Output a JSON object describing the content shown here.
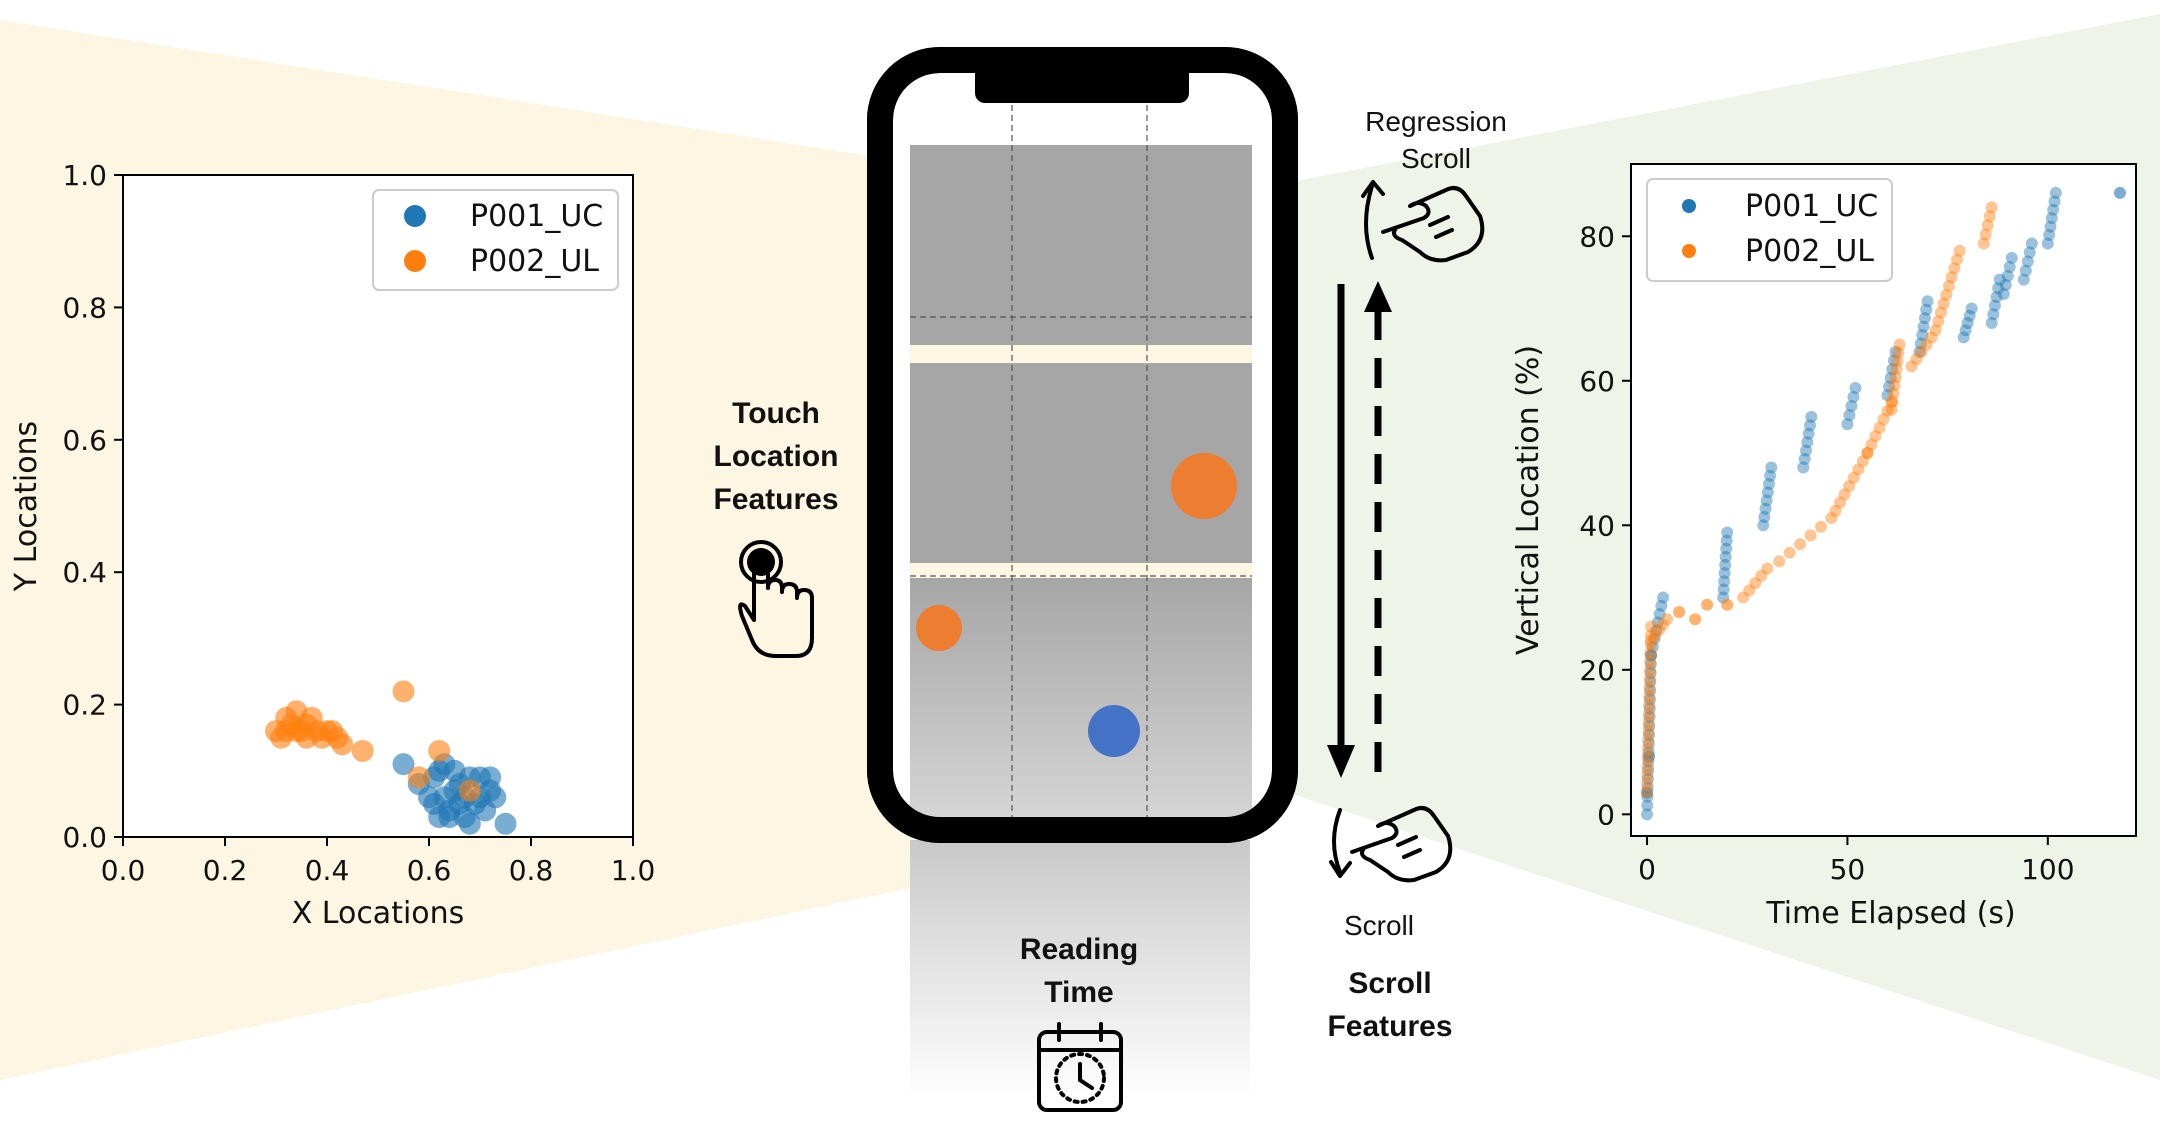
{
  "colors": {
    "blue": "#1f77b4",
    "orange": "#ff7f0e",
    "phone_blue": "#4472c4",
    "phone_orange": "#ed7d31",
    "left_bg": "#fdf6e3",
    "right_bg": "#eef4e8",
    "phone_frame": "#000000",
    "phone_panel": "#a6a6a6"
  },
  "labels": {
    "touch": [
      "Touch",
      "Location",
      "Features"
    ],
    "reading": [
      "Reading",
      "Time"
    ],
    "scroll_features": [
      "Scroll",
      "Features"
    ],
    "regression_scroll": [
      "Regression",
      "Scroll"
    ],
    "scroll": "Scroll"
  },
  "icons": {
    "touch": "tap-hand-icon",
    "clock": "calendar-clock-icon",
    "regression": "swipe-up-hand-icon",
    "scroll": "swipe-down-hand-icon"
  },
  "chart_data": [
    {
      "type": "scatter",
      "title": "",
      "xlabel": "X Locations",
      "ylabel": "Y Locations",
      "xlim": [
        0.0,
        1.0
      ],
      "ylim": [
        0.0,
        1.0
      ],
      "xticks": [
        "0.0",
        "0.2",
        "0.4",
        "0.6",
        "0.8",
        "1.0"
      ],
      "yticks": [
        "0.0",
        "0.2",
        "0.4",
        "0.6",
        "0.8",
        "1.0"
      ],
      "legend_position": "top-right",
      "grid": false,
      "series": [
        {
          "name": "P001_UC",
          "color": "#1f77b4",
          "points": [
            [
              0.55,
              0.11
            ],
            [
              0.58,
              0.08
            ],
            [
              0.61,
              0.09
            ],
            [
              0.62,
              0.1
            ],
            [
              0.63,
              0.11
            ],
            [
              0.65,
              0.1
            ],
            [
              0.66,
              0.08
            ],
            [
              0.68,
              0.09
            ],
            [
              0.7,
              0.09
            ],
            [
              0.72,
              0.09
            ],
            [
              0.61,
              0.05
            ],
            [
              0.63,
              0.06
            ],
            [
              0.64,
              0.04
            ],
            [
              0.66,
              0.05
            ],
            [
              0.67,
              0.06
            ],
            [
              0.69,
              0.05
            ],
            [
              0.7,
              0.06
            ],
            [
              0.72,
              0.07
            ],
            [
              0.73,
              0.06
            ],
            [
              0.62,
              0.03
            ],
            [
              0.64,
              0.03
            ],
            [
              0.67,
              0.03
            ],
            [
              0.68,
              0.02
            ],
            [
              0.71,
              0.04
            ],
            [
              0.75,
              0.02
            ],
            [
              0.65,
              0.07
            ],
            [
              0.6,
              0.06
            ]
          ]
        },
        {
          "name": "P002_UL",
          "color": "#ff7f0e",
          "points": [
            [
              0.3,
              0.16
            ],
            [
              0.31,
              0.15
            ],
            [
              0.32,
              0.18
            ],
            [
              0.33,
              0.17
            ],
            [
              0.34,
              0.19
            ],
            [
              0.35,
              0.16
            ],
            [
              0.36,
              0.17
            ],
            [
              0.37,
              0.18
            ],
            [
              0.38,
              0.16
            ],
            [
              0.39,
              0.15
            ],
            [
              0.4,
              0.16
            ],
            [
              0.41,
              0.16
            ],
            [
              0.42,
              0.15
            ],
            [
              0.43,
              0.14
            ],
            [
              0.47,
              0.13
            ],
            [
              0.55,
              0.22
            ],
            [
              0.58,
              0.09
            ],
            [
              0.62,
              0.13
            ],
            [
              0.68,
              0.07
            ],
            [
              0.36,
              0.15
            ],
            [
              0.34,
              0.16
            ],
            [
              0.32,
              0.16
            ]
          ]
        }
      ]
    },
    {
      "type": "scatter",
      "title": "",
      "xlabel": "Time Elapsed (s)",
      "ylabel": "Vertical Location (%)",
      "xlim": [
        -4,
        122
      ],
      "ylim": [
        -3,
        90
      ],
      "xticks": [
        "0",
        "50",
        "100"
      ],
      "yticks": [
        "0",
        "20",
        "40",
        "60",
        "80"
      ],
      "legend_position": "top-left",
      "grid": false,
      "series": [
        {
          "name": "P001_UC",
          "color": "#1f77b4",
          "segments": [
            [
              0,
              0,
              1,
              22
            ],
            [
              1,
              22,
              4,
              30
            ],
            [
              19,
              30,
              20,
              39
            ],
            [
              29,
              40,
              31,
              48
            ],
            [
              39,
              48,
              41,
              55
            ],
            [
              50,
              54,
              52,
              59
            ],
            [
              60,
              58,
              62,
              64
            ],
            [
              68,
              64,
              70,
              71
            ],
            [
              79,
              66,
              81,
              70
            ],
            [
              86,
              68,
              88,
              74
            ],
            [
              89,
              72,
              91,
              77
            ],
            [
              94,
              74,
              96,
              79
            ],
            [
              100,
              79,
              102,
              86
            ]
          ],
          "points": [
            [
              118,
              86
            ],
            [
              0,
              3
            ],
            [
              0.5,
              8
            ]
          ]
        },
        {
          "name": "P002_UL",
          "color": "#ff7f0e",
          "segments": [
            [
              0,
              3,
              1,
              26
            ],
            [
              1,
              24,
              5,
              27
            ],
            [
              24,
              30,
              30,
              34
            ],
            [
              33,
              35,
              46,
              41
            ],
            [
              47,
              42,
              55,
              50
            ],
            [
              55,
              50,
              61,
              57
            ],
            [
              61,
              56,
              63,
              65
            ],
            [
              66,
              62,
              71,
              66
            ],
            [
              72,
              67,
              78,
              78
            ],
            [
              84,
              79,
              86,
              84
            ]
          ],
          "points": [
            [
              8,
              28
            ],
            [
              15,
              29
            ],
            [
              20,
              29
            ],
            [
              12,
              27
            ]
          ]
        }
      ]
    }
  ]
}
